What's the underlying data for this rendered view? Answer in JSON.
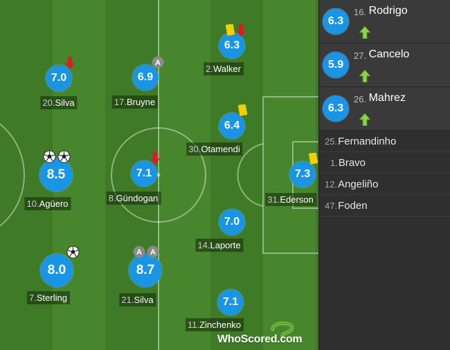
{
  "players": [
    {
      "num": "20.",
      "name": "Silva",
      "rating": "7.0",
      "icons": [
        "red-arrow-down"
      ]
    },
    {
      "num": "17.",
      "name": "Bruyne",
      "rating": "6.9",
      "icons": [
        "assist"
      ]
    },
    {
      "num": "2.",
      "name": "Walker",
      "rating": "6.3",
      "icons": [
        "yellow-card",
        "red-arrow-down"
      ]
    },
    {
      "num": "30.",
      "name": "Otamendi",
      "rating": "6.4",
      "icons": [
        "yellow-card"
      ]
    },
    {
      "num": "10.",
      "name": "Agüero",
      "rating": "8.5",
      "icons": [
        "goal",
        "goal"
      ]
    },
    {
      "num": "8.",
      "name": "Gündogan",
      "rating": "7.1",
      "icons": [
        "red-arrow-down"
      ]
    },
    {
      "num": "31.",
      "name": "Ederson",
      "rating": "7.3",
      "icons": [
        "yellow-card"
      ]
    },
    {
      "num": "14.",
      "name": "Laporte",
      "rating": "7.0",
      "icons": []
    },
    {
      "num": "7.",
      "name": "Sterling",
      "rating": "8.0",
      "icons": [
        "goal"
      ]
    },
    {
      "num": "21.",
      "name": "Silva",
      "rating": "8.7",
      "icons": [
        "assist",
        "assist"
      ]
    },
    {
      "num": "11.",
      "name": "Zinchenko",
      "rating": "7.1",
      "icons": []
    }
  ],
  "substitutes": [
    {
      "num": "16.",
      "name": "Rodrigo",
      "rating": "6.3",
      "icon": "green-arrow-up"
    },
    {
      "num": "27.",
      "name": "Cancelo",
      "rating": "5.9",
      "icon": "green-arrow-up"
    },
    {
      "num": "26.",
      "name": "Mahrez",
      "rating": "6.3",
      "icon": "green-arrow-up"
    }
  ],
  "bench": [
    {
      "num": "25.",
      "name": "Fernandinho"
    },
    {
      "num": "1.",
      "name": "Bravo"
    },
    {
      "num": "12.",
      "name": "Angeliño"
    },
    {
      "num": "47.",
      "name": "Foden"
    }
  ],
  "logo": {
    "brand": "WhoScored",
    "suffix": ".com"
  },
  "colors": {
    "rating_badge": "#1a95e6",
    "pitch_dark": "#3f7a26",
    "pitch_light": "#47862c",
    "yellow_card": "#f2d000",
    "red_arrow": "#e0192a",
    "green_arrow": "#8fd14f",
    "logo_mark": "#7fc241"
  }
}
